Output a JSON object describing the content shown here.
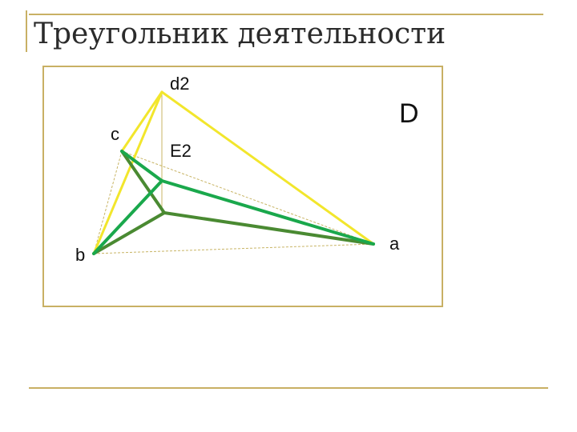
{
  "title": "Треугольник деятельности",
  "diagram": {
    "labels": {
      "d2": "d2",
      "D": "D",
      "c": "c",
      "E2": "E2",
      "b": "b",
      "a": "a"
    },
    "colors": {
      "frame": "#c8b064",
      "yellow": "#f2e62c",
      "bright_green": "#1aa84c",
      "dark_green": "#4a8a32",
      "thin": "#c8b464"
    }
  }
}
